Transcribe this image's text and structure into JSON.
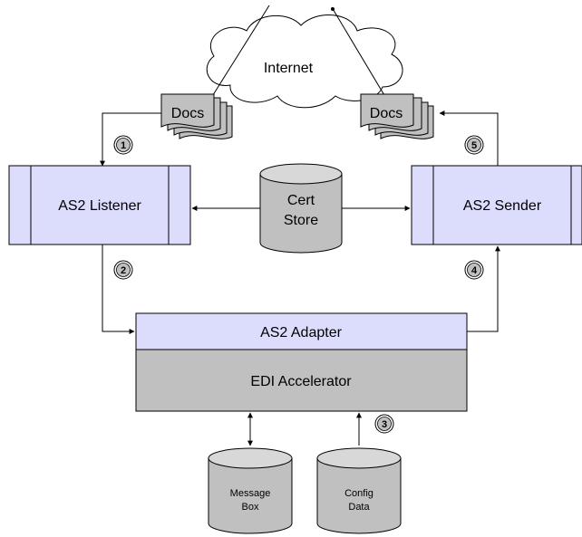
{
  "cloud": {
    "label": "Internet"
  },
  "docs": {
    "left_label": "Docs",
    "right_label": "Docs"
  },
  "listener": {
    "label": "AS2 Listener"
  },
  "sender": {
    "label": "AS2 Sender"
  },
  "cert_store": {
    "line1": "Cert",
    "line2": "Store"
  },
  "adapter": {
    "label": "AS2 Adapter"
  },
  "accelerator": {
    "label": "EDI Accelerator"
  },
  "message_box": {
    "line1": "Message",
    "line2": "Box"
  },
  "config_data": {
    "line1": "Config",
    "line2": "Data"
  },
  "steps": [
    "1",
    "2",
    "3",
    "4",
    "5"
  ],
  "colors": {
    "box_fill": "#dcdcfc",
    "gray_fill": "#c0c0c0",
    "cylinder_top": "#d8d8d8",
    "stroke": "#000000"
  }
}
